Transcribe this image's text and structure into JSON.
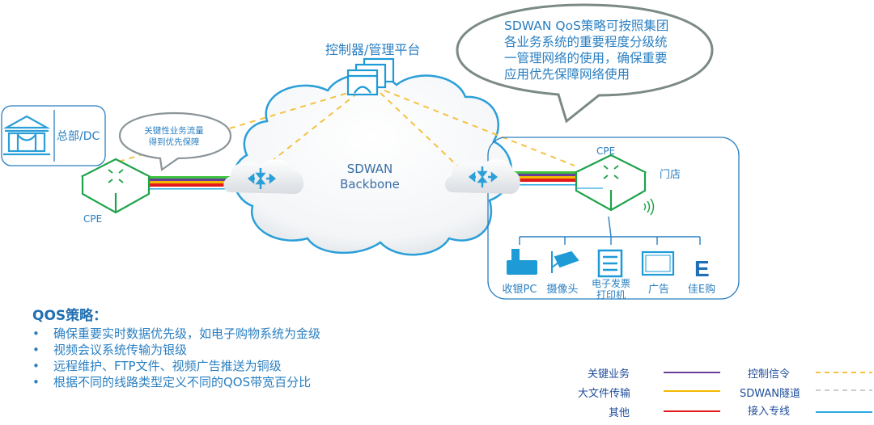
{
  "diagram": {
    "title": "SDWAN QoS 网络示意",
    "hq": {
      "label": "总部/DC",
      "icon": "building-icon"
    },
    "cpe_left": {
      "label": "CPE"
    },
    "cpe_right": {
      "label": "CPE"
    },
    "store": {
      "label": "门店"
    },
    "controller": {
      "label": "控制器/管理平台",
      "icon": "management-platform-icon"
    },
    "backbone": {
      "line1": "SDWAN",
      "line2": "Backbone"
    },
    "small_bubble": {
      "line1": "关键性业务流量",
      "line2": "得到优先保障"
    },
    "big_bubble": {
      "lines": [
        "SDWAN QoS策略可按照集团",
        "各业务系统的重要程度分级统",
        "一管理网络的使用，确保重要",
        "应用优先保障网络使用"
      ]
    },
    "devices": [
      {
        "label": "收银PC",
        "icon": "cash-register-icon"
      },
      {
        "label": "摄像头",
        "icon": "camera-icon"
      },
      {
        "label": "电子发票",
        "label2": "打印机",
        "icon": "invoice-printer-icon"
      },
      {
        "label": "广告",
        "icon": "ad-display-icon"
      },
      {
        "label": "佳E购",
        "icon": "e-shop-icon"
      }
    ],
    "qos": {
      "title": "QOS策略：",
      "items": [
        "确保重要实时数据优先级，如电子购物系统为金级",
        "视频会议系统传输为银级",
        "远程维护、FTP文件、视频广告推送为铜级",
        "根据不同的线路类型定义不同的QOS带宽百分比"
      ]
    },
    "legend": {
      "left": [
        {
          "label": "关键业务",
          "color": "#6a3d9a",
          "style": "solid"
        },
        {
          "label": "大文件传输",
          "color": "#f5b800",
          "style": "solid"
        },
        {
          "label": "其他",
          "color": "#e31a1c",
          "style": "solid"
        }
      ],
      "right": [
        {
          "label": "控制信令",
          "color": "#f5c242",
          "style": "dashed"
        },
        {
          "label": "SDWAN隧道",
          "color": "#c8cdd2",
          "style": "dashed"
        },
        {
          "label": "接入专线",
          "color": "#29a9e1",
          "style": "solid"
        }
      ]
    },
    "colors": {
      "primary_blue": "#2a7fc1",
      "cloud_blue": "#2a9fd8",
      "cpe_green": "#1ea34a",
      "line_green": "#3cc43c",
      "line_purple": "#6a3d9a",
      "line_orange": "#f5b800",
      "line_red": "#e31a1c",
      "control_dash": "#f5c242"
    }
  }
}
